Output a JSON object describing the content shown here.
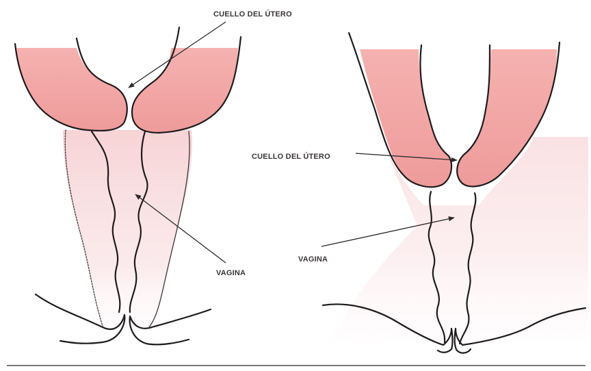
{
  "labels": {
    "cervix_top": "CUELLO DEL ÚTERO",
    "vagina_left": "VAGINA",
    "cervix_right": "CUELLO DEL ÚTERO",
    "vagina_right": "VAGINA"
  },
  "colors": {
    "uterus_fill": "#f0a4a2",
    "soft_tissue": "#f6d2d3",
    "outline": "#1e1a1c",
    "label_text": "#3a3536",
    "baseline": "#4a4a4a"
  }
}
